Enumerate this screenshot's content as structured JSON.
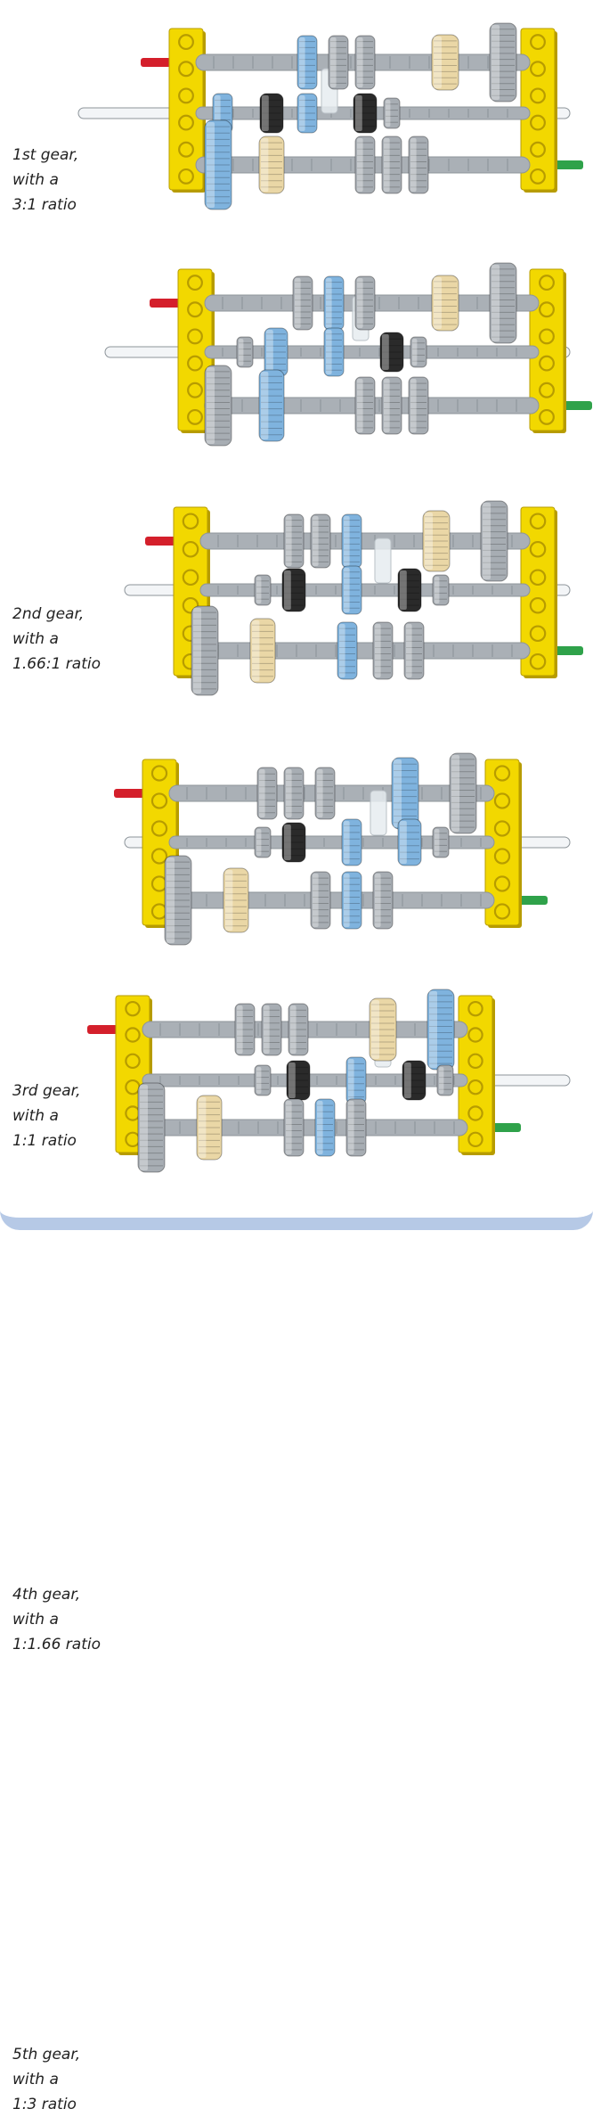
{
  "colors": {
    "brick": "#f2d800",
    "brick_shadow": "#b79c00",
    "axle": "#aab0b6",
    "axle_light": "#dde1e5",
    "gear_gray": "#a7adb3",
    "gear_blue": "#7fb3de",
    "gear_tan": "#ead7a6",
    "gear_black": "#2a2a2a",
    "input_red": "#d41f2b",
    "output_green": "#2fa24a",
    "frame_border": "#b6c9e6"
  },
  "panels": [
    {
      "caption": [
        "1st gear,",
        "with a",
        "3:1 ratio"
      ]
    },
    {
      "caption": [
        "2nd gear,",
        "with a",
        "1.66:1 ratio"
      ]
    },
    {
      "caption": [
        "3rd gear,",
        "with a",
        "1:1 ratio"
      ]
    },
    {
      "caption": [
        "4th gear,",
        "with a",
        "1:1.66 ratio"
      ]
    },
    {
      "caption": [
        "5th gear,",
        "with a",
        "1:3 ratio"
      ]
    }
  ]
}
